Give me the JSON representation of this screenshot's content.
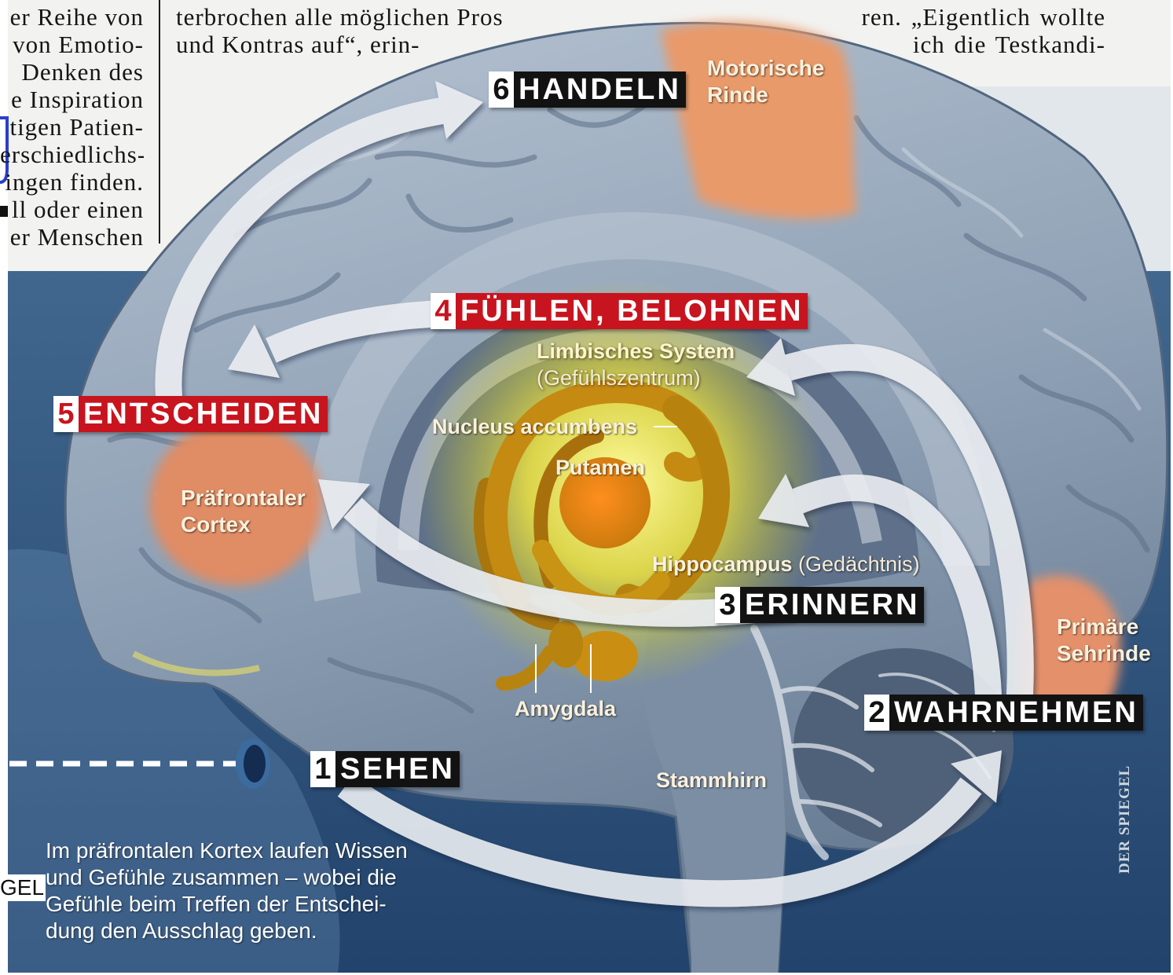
{
  "article_text": {
    "left_column": [
      "er Reihe von",
      "von Emotio-",
      "Denken des",
      "e Inspiration",
      "tigen Patien-",
      "erschiedlichs-",
      "ingen finden.",
      "ll oder einen",
      "er Menschen"
    ],
    "middle_column": [
      "terbrochen alle möglichen Pros",
      "und Kontras auf“, erin-"
    ],
    "right_column": [
      "ren. „Eigentlich wollte",
      "ich die Testkandi-"
    ]
  },
  "steps": [
    {
      "number": "1",
      "label": "SEHEN"
    },
    {
      "number": "2",
      "label": "WAHRNEHMEN"
    },
    {
      "number": "3",
      "label": "ERINNERN"
    },
    {
      "number": "4",
      "label": "FÜHLEN, BELOHNEN"
    },
    {
      "number": "5",
      "label": "ENTSCHEIDEN"
    },
    {
      "number": "6",
      "label": "HANDELN"
    }
  ],
  "regions": {
    "motor_cortex": [
      "Motorische",
      "Rinde"
    ],
    "limbic_system": {
      "name": "Limbisches System",
      "note": "(Gefühlszentrum)"
    },
    "nucleus_accumbens": "Nucleus accumbens",
    "putamen": "Putamen",
    "prefrontal_cortex": [
      "Präfrontaler",
      "Cortex"
    ],
    "hippocampus": {
      "name": "Hippocampus",
      "note": "(Gedächtnis)"
    },
    "visual_cortex": [
      "Primäre",
      "Sehrinde"
    ],
    "amygdala": "Amygdala",
    "brainstem": "Stammhirn"
  },
  "caption": [
    "Im präfrontalen Kortex laufen Wissen",
    "und Gefühle zusammen – wobei die",
    "Gefühle beim Treffen der Entschei-",
    "dung den Ausschlag geben."
  ],
  "credit": "DER SPIEGEL",
  "slide_fragment": "GEL",
  "colors": {
    "step_red": "#c8141e",
    "step_black": "#121212",
    "background_blue": "#2f5780",
    "brain_gray": "#8d9fb3",
    "cortex_orange": "#e4916a",
    "limbic_yellow": "#f3e94a",
    "arrow_white": "#ebeef2"
  }
}
